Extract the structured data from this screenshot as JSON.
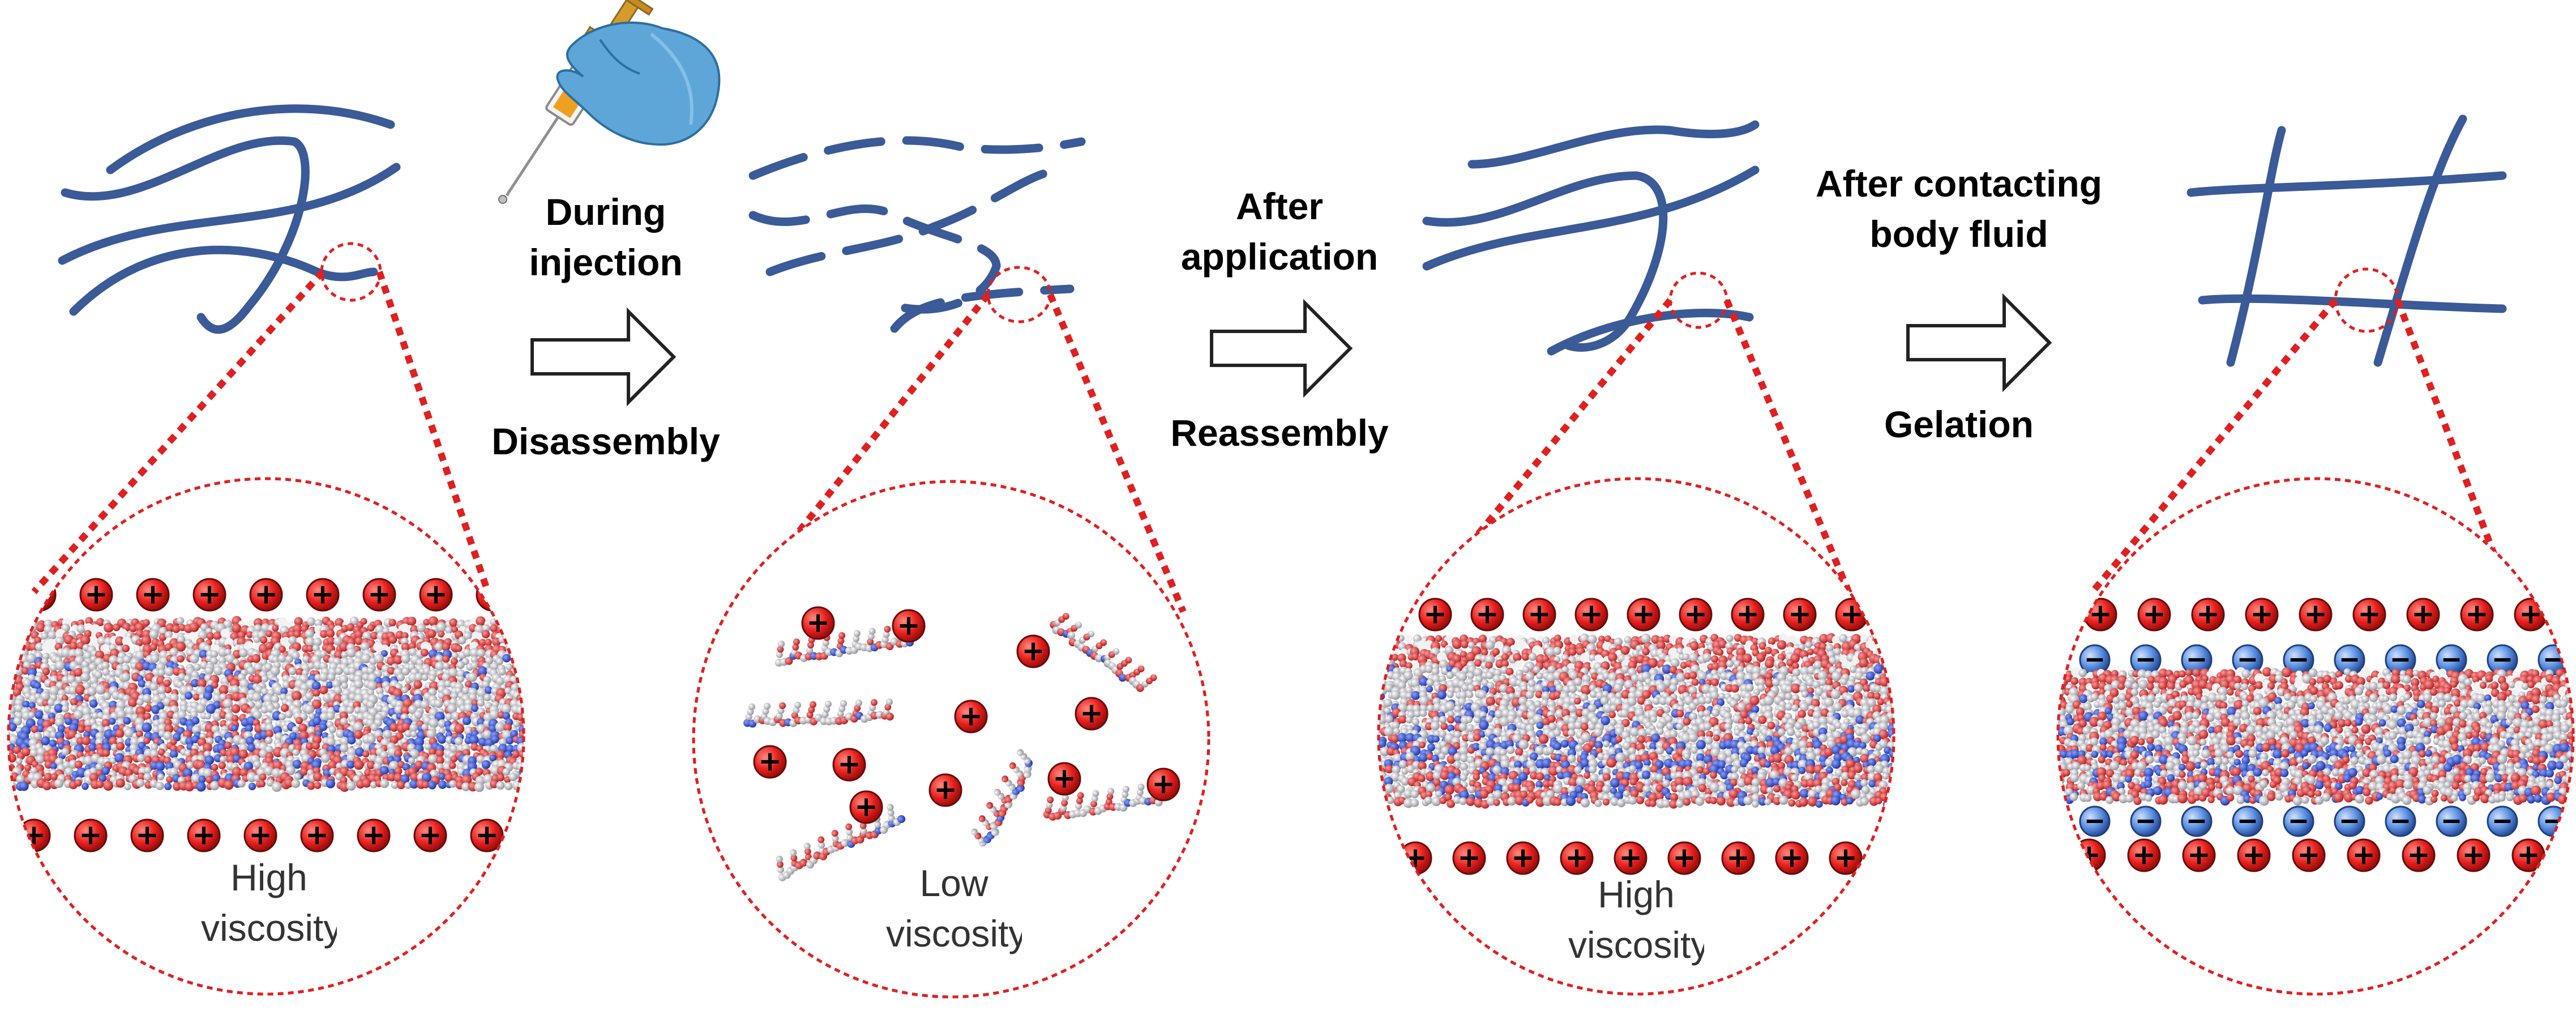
{
  "colors": {
    "fiber": "#3a5a98",
    "zoom_line": "#e02020",
    "positive_ion": "#e8201e",
    "negative_ion": "#5a8fe0",
    "oxygen_atom": "#d93030",
    "nitrogen_atom": "#2040c0",
    "carbon_atom": "#a8a8b0",
    "hydrogen_atom": "#eeeeee"
  },
  "icons": {
    "syringe": "syringe-in-gloved-hand-icon",
    "arrow": "right-arrow-icon",
    "cation": "plus-ion-icon",
    "anion": "minus-ion-icon"
  },
  "steps": [
    {
      "top": "During injection",
      "bottom": "Disassembly"
    },
    {
      "top": "After application",
      "bottom": "Reassembly"
    },
    {
      "top": "After contacting body fluid",
      "bottom": "Gelation"
    }
  ],
  "states": [
    {
      "viscosity": "High viscosity"
    },
    {
      "viscosity": "Low viscosity"
    },
    {
      "viscosity": "High viscosity"
    },
    {
      "viscosity": ""
    }
  ]
}
